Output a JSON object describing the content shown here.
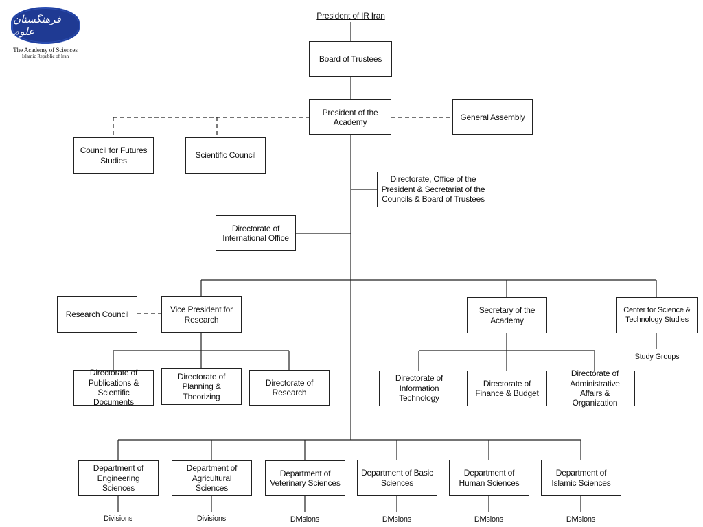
{
  "logo": {
    "emblem_text": "فرهنگستان علوم",
    "name": "The Academy of Sciences",
    "subtitle": "Islamic Republic of Iran"
  },
  "chart": {
    "president_ir": "President of IR Iran",
    "board": "Board of Trustees",
    "president_academy": "President of the Academy",
    "general_assembly": "General Assembly",
    "council_futures": "Council for Futures Studies",
    "scientific_council": "Scientific Council",
    "dir_office": "Directorate, Office of the President & Secretariat of the Councils & Board of Trustees",
    "dir_international": "Directorate of International Office",
    "research_council": "Research Council",
    "vp_research": "Vice President for Research",
    "secretary": "Secretary of the Academy",
    "center_science": "Center for Science & Technology Studies",
    "study_groups": "Study Groups",
    "dir_publications": "Directorate of Publications & Scientific Documents",
    "dir_planning": "Directorate of Planning & Theorizing",
    "dir_research": "Directorate of Research",
    "dir_it": "Directorate of Information Technology",
    "dir_finance": "Directorate of Finance & Budget",
    "dir_admin": "Directorate of Administrative Affairs & Organization",
    "departments": [
      "Department of Engineering Sciences",
      "Department of Agricultural Sciences",
      "Department of Veterinary Sciences",
      "Department of Basic Sciences",
      "Department of Human Sciences",
      "Department of Islamic Sciences"
    ],
    "divisions": [
      "Divisions",
      "Divisions",
      "Divisions",
      "Divisions",
      "Divisions",
      "Divisions"
    ]
  }
}
